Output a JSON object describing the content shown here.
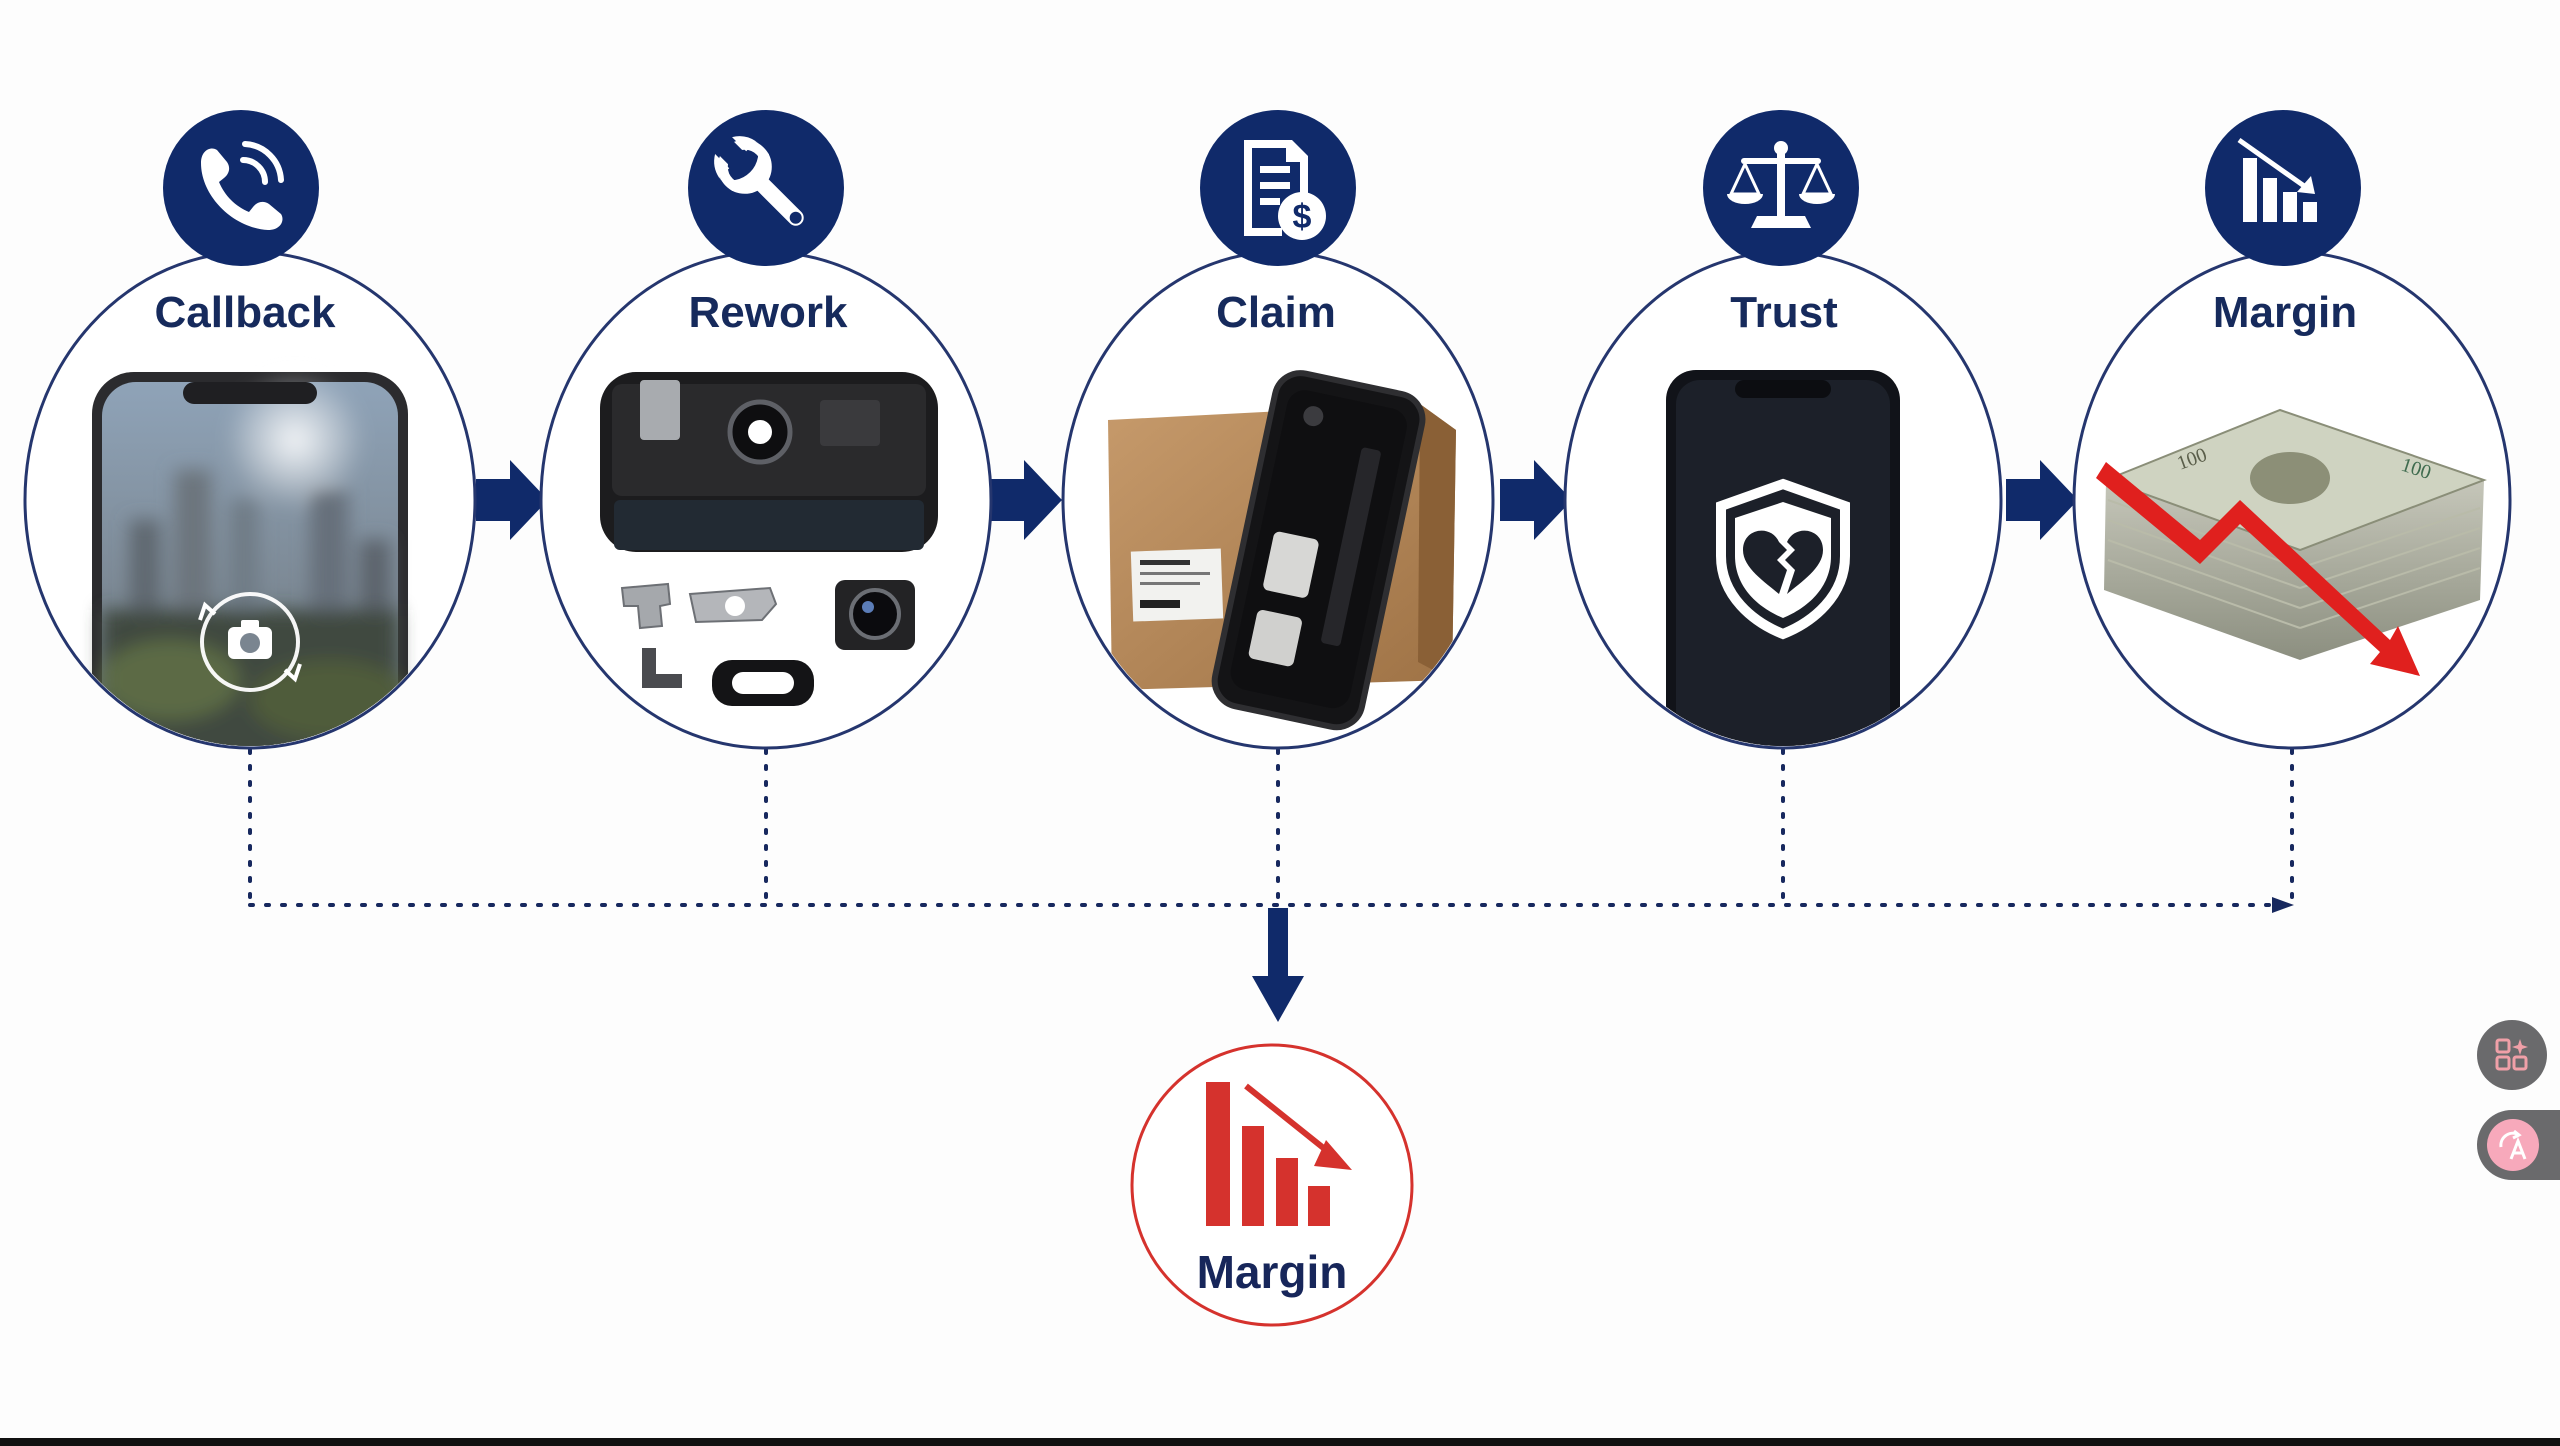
{
  "stages": [
    {
      "label": "Callback",
      "icon": "phone-callback-icon",
      "image": "blurred-phone-camera"
    },
    {
      "label": "Rework",
      "icon": "wrench-icon",
      "image": "disassembled-phone-parts"
    },
    {
      "label": "Claim",
      "icon": "invoice-dollar-icon",
      "image": "phone-frame-with-box"
    },
    {
      "label": "Trust",
      "icon": "scales-icon",
      "image": "phone-broken-heart-shield"
    },
    {
      "label": "Margin",
      "icon": "declining-bars-icon",
      "image": "money-stack-down-arrow"
    }
  ],
  "result": {
    "label": "Margin",
    "icon": "declining-bars-icon"
  },
  "colors": {
    "navy": "#0f2a6b",
    "red": "#d5322d",
    "outline": "#25366e"
  },
  "side_buttons": [
    {
      "icon": "apps-sparkle-icon"
    },
    {
      "icon": "translate-icon"
    }
  ]
}
